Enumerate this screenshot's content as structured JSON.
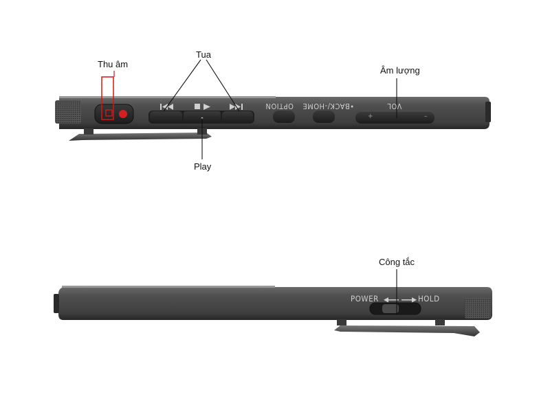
{
  "callouts": {
    "record": "Thu âm",
    "seek": "Tua",
    "play": "Play",
    "volume": "Âm lượng",
    "switch": "Công tắc"
  },
  "device_top": {
    "option_label": "OPTION",
    "back_home_label": "•BACK/-HOME",
    "vol_label": "VOL",
    "vol_plus": "+",
    "vol_minus": "–"
  },
  "device_bottom": {
    "power_label": "POWER",
    "hold_label": "HOLD"
  },
  "colors": {
    "body": "#4a4a4a",
    "body_dark": "#2e2e2e",
    "record_dot": "#d42020",
    "callout_box": "#e01010"
  }
}
